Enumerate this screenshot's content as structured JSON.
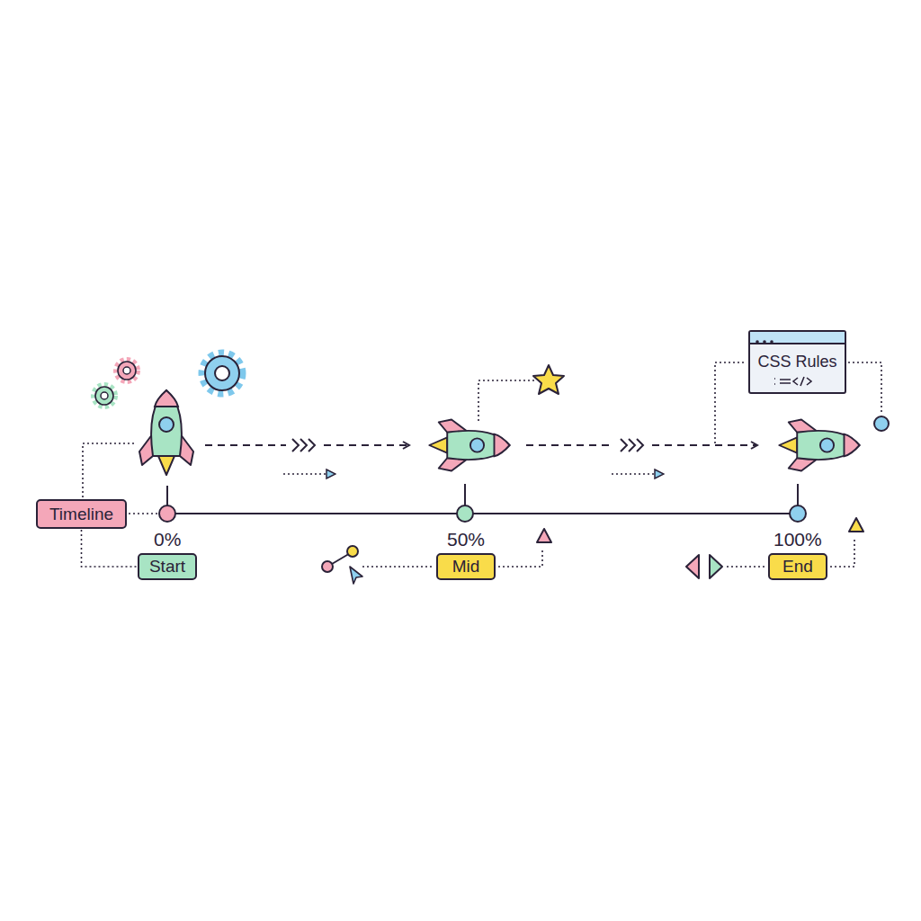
{
  "diagram": {
    "nodes": [
      {
        "text": [
          "Timeline"
        ]
      },
      {
        "text": [
          "Start"
        ]
      },
      {
        "text": [
          "Mid"
        ]
      },
      {
        "text": [
          "End"
        ]
      },
      {
        "text": [
          "CSS Rules"
        ]
      }
    ],
    "edges": [
      {
        "from": 0,
        "to": 1,
        "arrow": "none"
      }
    ],
    "labels": [
      "0%",
      "50%",
      "100%"
    ]
  }
}
